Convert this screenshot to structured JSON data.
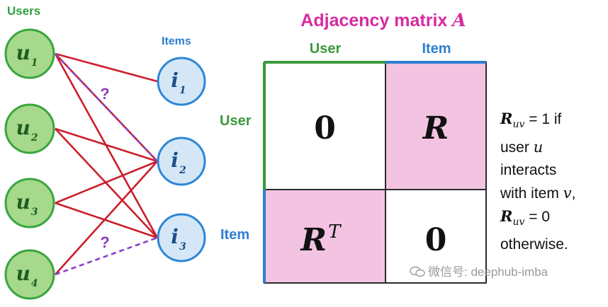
{
  "users_title": "Users",
  "items_title": "Items",
  "users": [
    {
      "base": "u",
      "sub": "1"
    },
    {
      "base": "u",
      "sub": "2"
    },
    {
      "base": "u",
      "sub": "3"
    },
    {
      "base": "u",
      "sub": "4"
    }
  ],
  "items": [
    {
      "base": "i",
      "sub": "1"
    },
    {
      "base": "i",
      "sub": "2"
    },
    {
      "base": "i",
      "sub": "3"
    }
  ],
  "edges": [
    {
      "user": 0,
      "item": 0
    },
    {
      "user": 0,
      "item": 1
    },
    {
      "user": 0,
      "item": 2
    },
    {
      "user": 1,
      "item": 1
    },
    {
      "user": 1,
      "item": 2
    },
    {
      "user": 2,
      "item": 1
    },
    {
      "user": 2,
      "item": 2
    },
    {
      "user": 3,
      "item": 1
    }
  ],
  "predicted_edges": [
    {
      "user": 0,
      "item": 1,
      "label": "?"
    },
    {
      "user": 3,
      "item": 2,
      "label": "?"
    }
  ],
  "matrix": {
    "title_text": "Adjacency matrix ",
    "title_symbol": "A",
    "col_user": "User",
    "col_item": "Item",
    "row_user": "User",
    "row_item": "Item",
    "cell_top_left": "0",
    "cell_top_right": "R",
    "cell_bottom_left_base": "R",
    "cell_bottom_left_sup": "T",
    "cell_bottom_right": "0"
  },
  "note": {
    "line1_lhs": "R",
    "line1_sub": "uv",
    "line1_rest": " = 1 if",
    "line2_text": "user ",
    "line2_var": "u",
    "line3": "interacts",
    "line4_text": "with item ",
    "line4_var": "v",
    "line4_end": ",",
    "line5_lhs": "R",
    "line5_sub": "uv",
    "line5_rest": " = 0",
    "line6": "otherwise."
  },
  "watermark": "微信号: deephub-imba",
  "colors": {
    "user_fill": "#a6d98b",
    "user_stroke": "#3aa53f",
    "user_text": "#1f5e21",
    "item_fill": "#d5e7f7",
    "item_stroke": "#2d86d6",
    "item_text": "#1a4f86",
    "edge": "#cc1e2b",
    "predicted_edge": "#8a3fc0",
    "matrix_pink": "#f3c3e2",
    "matrix_border": "#2b2b2b",
    "user_border": "#3a9a3c",
    "item_border": "#2d7fd0"
  }
}
